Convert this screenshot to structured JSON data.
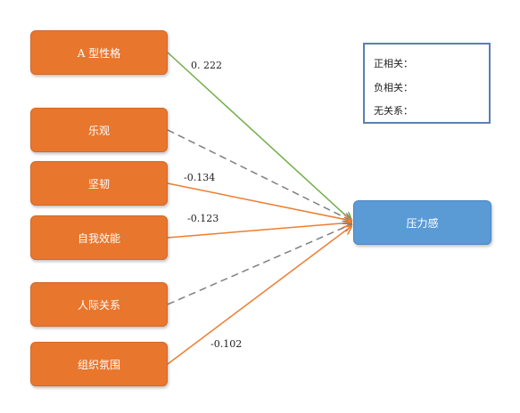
{
  "factors": [
    {
      "id": "a-type",
      "label": "A 型性格",
      "relation": "positive",
      "coefficient": "0. 222"
    },
    {
      "id": "optimism",
      "label": "乐观",
      "relation": "none",
      "coefficient": ""
    },
    {
      "id": "resilience",
      "label": "坚韧",
      "relation": "negative",
      "coefficient": "-0.134"
    },
    {
      "id": "self-efficacy",
      "label": "自我效能",
      "relation": "negative",
      "coefficient": "-0.123"
    },
    {
      "id": "relationships",
      "label": "人际关系",
      "relation": "none",
      "coefficient": ""
    },
    {
      "id": "org-climate",
      "label": "组织氛围",
      "relation": "negative",
      "coefficient": "-0.102"
    }
  ],
  "target": {
    "label": "压力感"
  },
  "legend": {
    "positive": "正相关：",
    "negative": "负相关：",
    "none": "无关系："
  },
  "colors": {
    "factor_box": "#e8762d",
    "target_box": "#5b9bd5",
    "positive": "#70ad47",
    "negative": "#ed7d31",
    "none": "#7f7f7f"
  }
}
